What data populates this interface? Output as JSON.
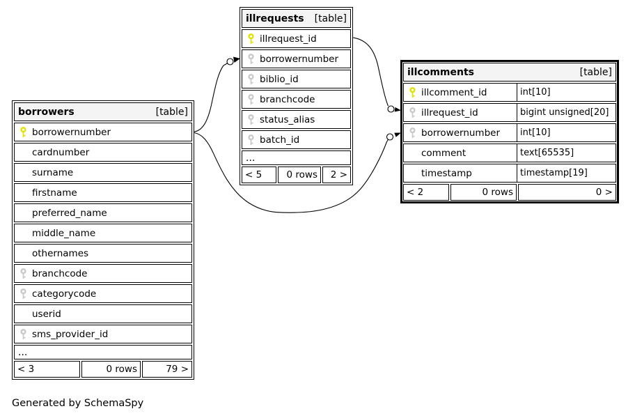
{
  "caption": "Generated by SchemaSpy",
  "colors": {
    "pk": "#e2e200",
    "fk": "#c9c9c9",
    "header-bg": "#f4f4f4",
    "line": "#000000"
  },
  "tables": [
    {
      "id": "borrowers",
      "title": "borrowers",
      "tag": "[table]",
      "columns": [
        {
          "name": "borrowernumber",
          "key": "pk"
        },
        {
          "name": "cardnumber",
          "key": "none"
        },
        {
          "name": "surname",
          "key": "none"
        },
        {
          "name": "firstname",
          "key": "none"
        },
        {
          "name": "preferred_name",
          "key": "none"
        },
        {
          "name": "middle_name",
          "key": "none"
        },
        {
          "name": "othernames",
          "key": "none"
        },
        {
          "name": "branchcode",
          "key": "fk"
        },
        {
          "name": "categorycode",
          "key": "fk"
        },
        {
          "name": "userid",
          "key": "none"
        },
        {
          "name": "sms_provider_id",
          "key": "fk"
        }
      ],
      "ellipsis": "...",
      "footer": {
        "left": "< 3",
        "center": "0 rows",
        "right": "79 >"
      }
    },
    {
      "id": "illrequests",
      "title": "illrequests",
      "tag": "[table]",
      "columns": [
        {
          "name": "illrequest_id",
          "key": "pk"
        },
        {
          "name": "borrowernumber",
          "key": "fk"
        },
        {
          "name": "biblio_id",
          "key": "fk"
        },
        {
          "name": "branchcode",
          "key": "fk"
        },
        {
          "name": "status_alias",
          "key": "fk"
        },
        {
          "name": "batch_id",
          "key": "fk"
        }
      ],
      "ellipsis": "...",
      "footer": {
        "left": "< 5",
        "center": "0 rows",
        "right": "2 >"
      }
    },
    {
      "id": "illcomments",
      "title": "illcomments",
      "tag": "[table]",
      "columns": [
        {
          "name": "illcomment_id",
          "key": "pk",
          "type": "int[10]"
        },
        {
          "name": "illrequest_id",
          "key": "fk",
          "type": "bigint unsigned[20]"
        },
        {
          "name": "borrowernumber",
          "key": "fk",
          "type": "int[10]"
        },
        {
          "name": "comment",
          "key": "none",
          "type": "text[65535]"
        },
        {
          "name": "timestamp",
          "key": "none",
          "type": "timestamp[19]"
        }
      ],
      "footer": {
        "left": "< 2",
        "center": "0 rows",
        "right": "0 >"
      }
    }
  ],
  "relationships": [
    {
      "from": "borrowers.borrowernumber",
      "to": "illrequests.borrowernumber",
      "end_markers": "open-circle,arrow"
    },
    {
      "from": "illrequests.illrequest_id",
      "to": "illcomments.illrequest_id",
      "end_markers": "open-circle,arrow"
    },
    {
      "from": "borrowers.borrowernumber",
      "to": "illcomments.borrowernumber",
      "end_markers": "open-circle,arrow"
    }
  ]
}
